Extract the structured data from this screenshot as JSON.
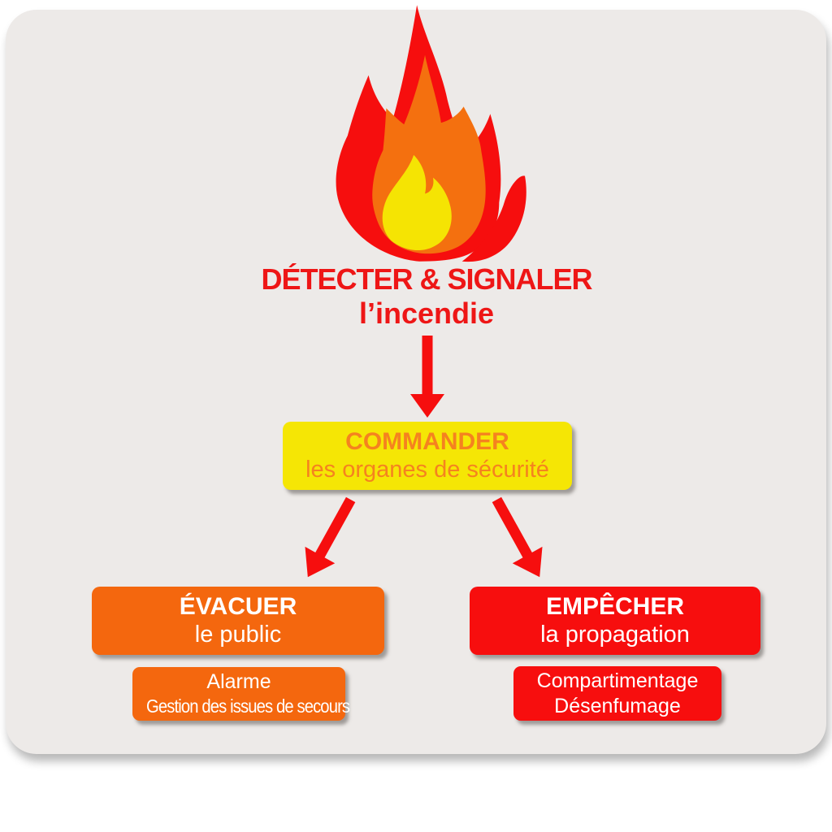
{
  "colors": {
    "page_bg": "#ffffff",
    "card_bg": "#edeae8",
    "flame_red": "#f60e0e",
    "flame_orange": "#f4700f",
    "flame_yellow": "#f5e403",
    "title_red": "#ee1616",
    "arrow_red": "#f60e0e",
    "box_yellow": "#f5e605",
    "box_orange": "#f4670e",
    "box_red": "#f70e0e",
    "orange_text": "#f5821f",
    "white_text": "#ffffff"
  },
  "icons": {
    "fire": "fire-icon",
    "arrow_down": "arrow-down-icon",
    "arrow_down_left": "arrow-down-left-icon",
    "arrow_down_right": "arrow-down-right-icon"
  },
  "diagram": {
    "detect": {
      "line1": "DÉTECTER & SIGNALER",
      "line2": "l’incendie"
    },
    "command": {
      "line1": "COMMANDER",
      "line2": "les organes de sécurité"
    },
    "evacuate": {
      "line1": "ÉVACUER",
      "line2": "le public",
      "sub1": "Alarme",
      "sub2": "Gestion des issues de secours"
    },
    "prevent": {
      "line1": "EMPÊCHER",
      "line2": "la propagation",
      "sub1": "Compartimentage",
      "sub2": "Désenfumage"
    }
  }
}
